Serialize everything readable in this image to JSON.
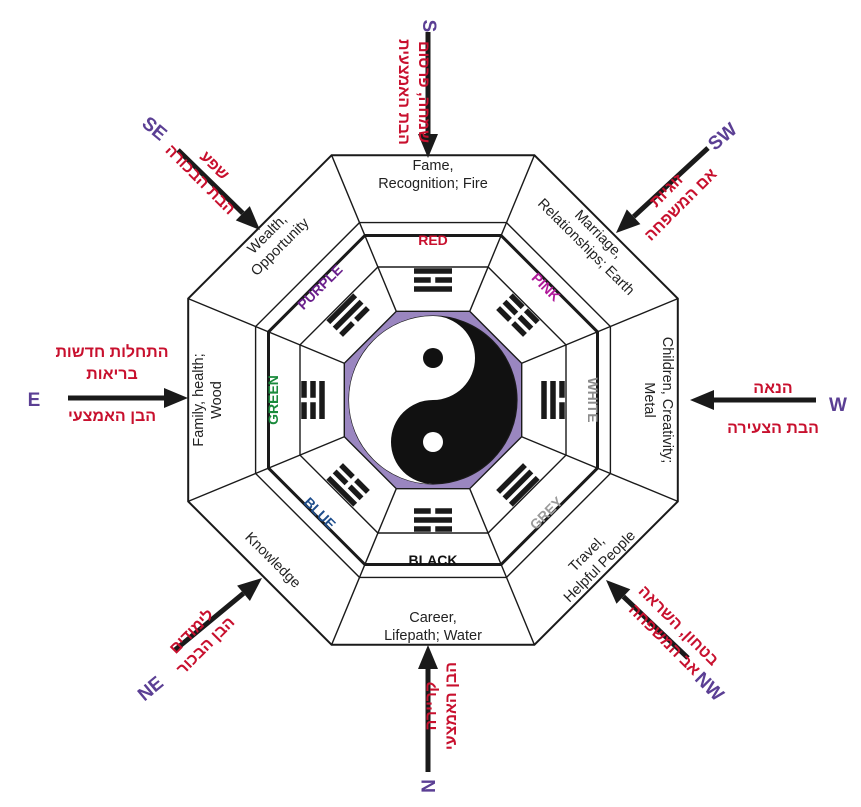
{
  "colors": {
    "outline": "#1a1a1a",
    "hebrew": "#c8102e",
    "direction": "#5b3f94",
    "ring_center": "#9a86c0",
    "yin": "#111111",
    "yang": "#ffffff"
  },
  "sectors": [
    {
      "id": "south",
      "lines": [
        "Fame,",
        "Recognition; Fire"
      ],
      "color_label": "RED",
      "color": "#c8102e",
      "trigram": [
        1,
        0,
        1
      ]
    },
    {
      "id": "southwest",
      "lines": [
        "Marriage,",
        "Relationships; Earth"
      ],
      "color_label": "PINK",
      "color": "#b0199a",
      "trigram": [
        0,
        0,
        0
      ]
    },
    {
      "id": "west",
      "lines": [
        "Children, Creativity;",
        "Metal"
      ],
      "color_label": "WHITE",
      "color": "#8c8c8c",
      "trigram": [
        0,
        1,
        1
      ]
    },
    {
      "id": "northwest",
      "lines": [
        "Travel,",
        "Helpful People"
      ],
      "color_label": "GREY",
      "color": "#9a9a9a",
      "trigram": [
        1,
        1,
        1
      ]
    },
    {
      "id": "north",
      "lines": [
        "Career,",
        "Lifepath; Water"
      ],
      "color_label": "BLACK",
      "color": "#111111",
      "trigram": [
        0,
        1,
        0
      ]
    },
    {
      "id": "northeast",
      "lines": [
        "Knowledge"
      ],
      "color_label": "BLUE",
      "color": "#1f4e8c",
      "trigram": [
        1,
        0,
        0
      ]
    },
    {
      "id": "east",
      "lines": [
        "Family, health;",
        "Wood"
      ],
      "color_label": "GREEN",
      "color": "#1a8a3c",
      "trigram": [
        0,
        0,
        1
      ]
    },
    {
      "id": "southeast",
      "lines": [
        "Wealth,",
        "Opportunity"
      ],
      "color_label": "PURPLE",
      "color": "#6a1f8c",
      "trigram": [
        1,
        1,
        0
      ]
    }
  ],
  "directions": [
    {
      "id": "s",
      "letter": "S",
      "lines": [
        "שמחה, פרסום",
        "הבת האמצעית"
      ]
    },
    {
      "id": "sw",
      "letter": "SW",
      "lines": [
        "זוגיות",
        "אם המשפחה"
      ]
    },
    {
      "id": "w",
      "letter": "W",
      "lines": [
        "הנאה",
        "הבת הצעירה"
      ]
    },
    {
      "id": "nw",
      "letter": "NW",
      "lines": [
        "בטחון, השראה",
        "אב המשפחה"
      ]
    },
    {
      "id": "n",
      "letter": "N",
      "lines": [
        "קריירה",
        "הבן האמצעי"
      ]
    },
    {
      "id": "ne",
      "letter": "NE",
      "lines": [
        "לימודים",
        "הבן הבכור"
      ]
    },
    {
      "id": "e",
      "letter": "E",
      "lines": [
        "התחלות חדשות",
        "בריאות",
        "הבן האמצעי"
      ]
    },
    {
      "id": "se",
      "letter": "SE",
      "lines": [
        "שפע",
        "הבת הבכורה"
      ]
    }
  ]
}
